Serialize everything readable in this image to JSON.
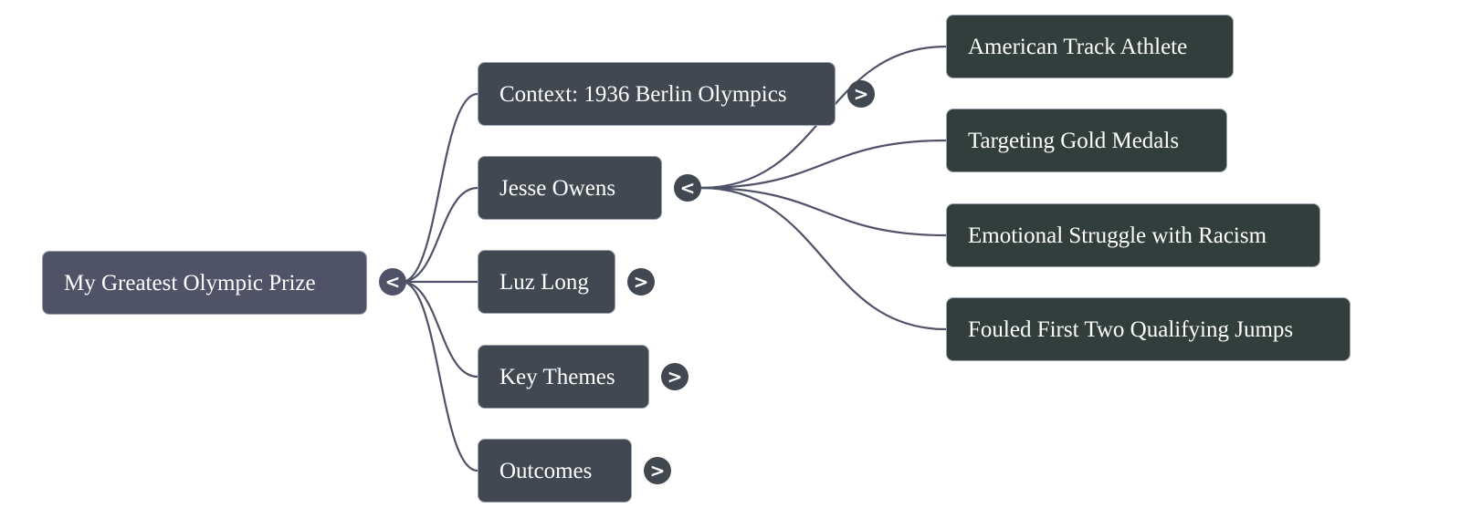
{
  "mindmap": {
    "root": {
      "label": "My Greatest Olympic Prize",
      "toggle": "<",
      "expanded": true
    },
    "branches": [
      {
        "label": "Context: 1936 Berlin Olympics",
        "toggle": ">",
        "expanded": false
      },
      {
        "label": "Jesse Owens",
        "toggle": "<",
        "expanded": true,
        "children": [
          {
            "label": "American Track Athlete"
          },
          {
            "label": "Targeting Gold Medals"
          },
          {
            "label": "Emotional Struggle with Racism"
          },
          {
            "label": "Fouled First Two Qualifying Jumps"
          }
        ]
      },
      {
        "label": "Luz Long",
        "toggle": ">",
        "expanded": false
      },
      {
        "label": "Key Themes",
        "toggle": ">",
        "expanded": false
      },
      {
        "label": "Outcomes",
        "toggle": ">",
        "expanded": false
      }
    ]
  },
  "colors": {
    "root_fill": "#505268",
    "branch_fill": "#424851",
    "leaf_fill": "#313e3c",
    "edge": "#505268",
    "text": "#ffffff"
  }
}
